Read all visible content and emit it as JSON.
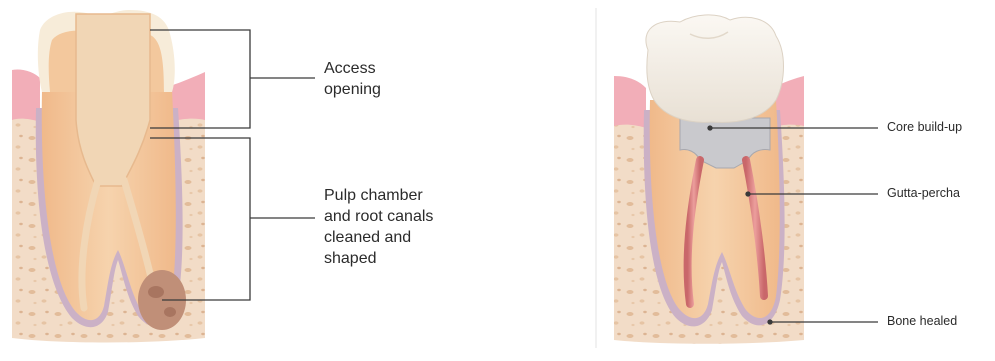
{
  "left_panel": {
    "labels": {
      "access": [
        "Access",
        "opening"
      ],
      "pulp": [
        "Pulp chamber",
        "and root canals",
        "cleaned and",
        "shaped"
      ]
    }
  },
  "right_panel": {
    "labels": {
      "core": "Core build-up",
      "gutta": "Gutta-percha",
      "bone": "Bone healed"
    }
  },
  "colors": {
    "bone": "#f2dcc7",
    "bone_pore": "#e2bc9a",
    "gum": "#f2aeb8",
    "dentin": "#f3c89d",
    "enamel": "#f7ecd9",
    "canal": "#f1d6b5",
    "pdl": "#cbb1c6",
    "crown": "#f3eee7",
    "core": "#c9c9cd",
    "gutta": "#dd7f80",
    "lesion": "#c08f78",
    "leader": "#3a3a3a"
  }
}
